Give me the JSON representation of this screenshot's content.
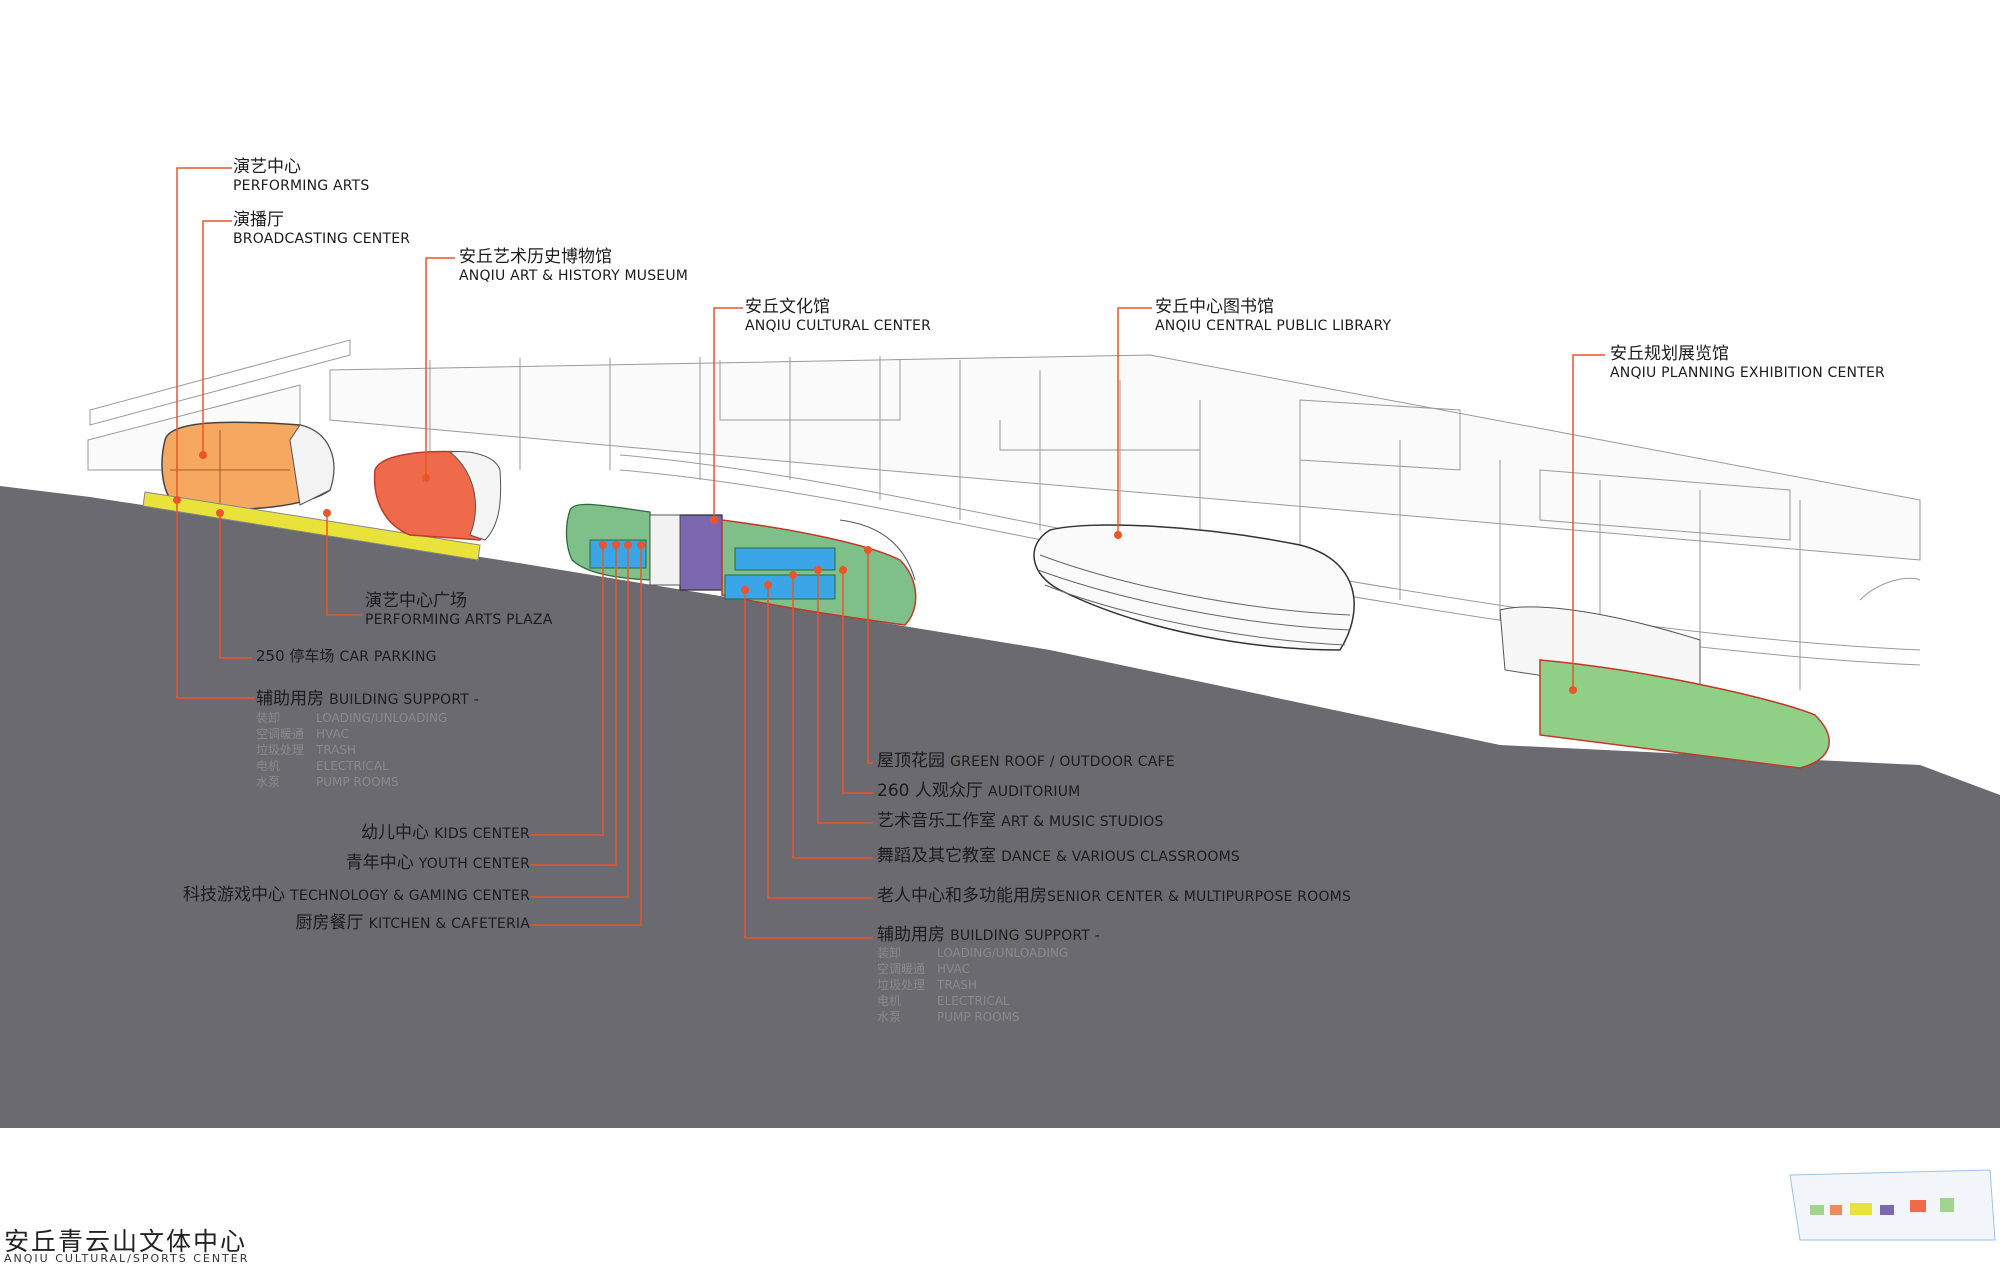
{
  "title": {
    "zh": "安丘青云山文体中心",
    "en": "ANQIU CULTURAL/SPORTS CENTER"
  },
  "top_labels": [
    {
      "zh": "演艺中心",
      "en": "PERFORMING ARTS"
    },
    {
      "zh": "演播厅",
      "en": "BROADCASTING CENTER"
    },
    {
      "zh": "安丘艺术历史博物馆",
      "en": "ANQIU ART & HISTORY MUSEUM"
    },
    {
      "zh": "安丘文化馆",
      "en": "ANQIU CULTURAL CENTER"
    },
    {
      "zh": "安丘中心图书馆",
      "en": "ANQIU CENTRAL PUBLIC LIBRARY"
    },
    {
      "zh": "安丘规划展览馆",
      "en": "ANQIU PLANNING EXHIBITION CENTER"
    }
  ],
  "left_labels": [
    {
      "zh": "演艺中心广场",
      "en": "PERFORMING ARTS PLAZA"
    },
    {
      "zh": "250 停车场",
      "en": "CAR PARKING"
    },
    {
      "zh": "辅助用房",
      "en": "BUILDING SUPPORT -"
    }
  ],
  "support_items_left": [
    {
      "zh": "装卸",
      "en": "LOADING/UNLOADING"
    },
    {
      "zh": "空调暖通",
      "en": "HVAC"
    },
    {
      "zh": "垃圾处理",
      "en": "TRASH"
    },
    {
      "zh": "电机",
      "en": "ELECTRICAL"
    },
    {
      "zh": "水泵",
      "en": "PUMP ROOMS"
    }
  ],
  "lower_left_labels": [
    {
      "zh": "幼儿中心",
      "en": "KIDS CENTER"
    },
    {
      "zh": "青年中心",
      "en": "YOUTH CENTER"
    },
    {
      "zh": "科技游戏中心",
      "en": "TECHNOLOGY & GAMING CENTER"
    },
    {
      "zh": "厨房餐厅",
      "en": "KITCHEN & CAFETERIA"
    }
  ],
  "right_labels": [
    {
      "zh": "屋顶花园",
      "en": "GREEN ROOF / OUTDOOR CAFE"
    },
    {
      "zh": "260 人观众厅",
      "en": "AUDITORIUM"
    },
    {
      "zh": "艺术音乐工作室",
      "en": "ART & MUSIC STUDIOS"
    },
    {
      "zh": "舞蹈及其它教室",
      "en": "DANCE & VARIOUS CLASSROOMS"
    },
    {
      "zh": "老人中心和多功能用房",
      "en": "SENIOR CENTER & MULTIPURPOSE ROOMS"
    },
    {
      "zh": "辅助用房",
      "en": "BUILDING SUPPORT -"
    }
  ],
  "support_items_right": [
    {
      "zh": "装卸",
      "en": "LOADING/UNLOADING"
    },
    {
      "zh": "空调暖通",
      "en": "HVAC"
    },
    {
      "zh": "垃圾处理",
      "en": "TRASH"
    },
    {
      "zh": "电机",
      "en": "ELECTRICAL"
    },
    {
      "zh": "水泵",
      "en": "PUMP ROOMS"
    }
  ],
  "colors": {
    "ground": "#6b6a70",
    "leader": "#e8562a",
    "performing_arts": "#f6a860",
    "museum": "#ef6a4a",
    "parking_strip": "#e8e23a",
    "cultural_green": "#7fc08a",
    "cultural_blue": "#3aa6e8",
    "cultural_purple": "#7c68b0",
    "planning_green": "#8fcf86",
    "building_line": "#555555"
  }
}
